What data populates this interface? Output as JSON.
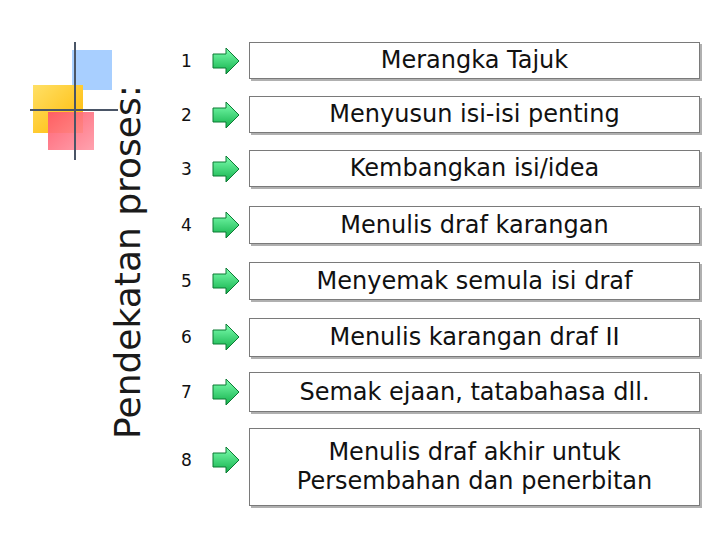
{
  "diagram": {
    "title": "Pendekatan proses:",
    "nodes": [
      {
        "text": [
          "Merangka Tajuk"
        ]
      },
      {
        "text": [
          "Menyusun isi-isi penting"
        ]
      },
      {
        "text": [
          "Kembangkan isi/idea"
        ]
      },
      {
        "text": [
          "Menulis draf karangan"
        ]
      },
      {
        "text": [
          "Menyemak semula isi draf"
        ]
      },
      {
        "text": [
          "Menulis karangan draf II"
        ]
      },
      {
        "text": [
          "Semak ejaan, tatabahasa dll."
        ]
      },
      {
        "text": [
          "Menulis draf akhir untuk Persembahan dan penerbitan"
        ]
      }
    ],
    "labels": [
      "1",
      "2",
      "3",
      "4",
      "5",
      "6",
      "7",
      "8"
    ]
  }
}
